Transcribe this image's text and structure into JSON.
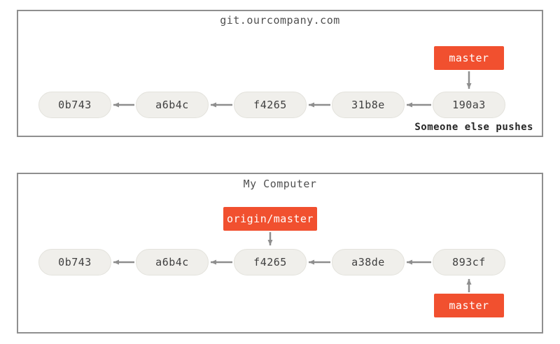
{
  "colors": {
    "branch_bg": "#f1502f",
    "branch_text": "#ffffff",
    "node_bg": "#f0efeb",
    "node_border": "#e3e2dc",
    "node_text": "#404040",
    "arrow": "#8e8e8e",
    "panel_border": "#8f8f8f",
    "title_text": "#4f4f4f",
    "caption_text": "#262626"
  },
  "remote": {
    "title": "git.ourcompany.com",
    "branch_label": "master",
    "commits": [
      "0b743",
      "a6b4c",
      "f4265",
      "31b8e",
      "190a3"
    ],
    "caption": "Someone else pushes"
  },
  "local": {
    "title": "My Computer",
    "remote_tracking_label": "origin/master",
    "branch_label": "master",
    "commits": [
      "0b743",
      "a6b4c",
      "f4265",
      "a38de",
      "893cf"
    ]
  }
}
